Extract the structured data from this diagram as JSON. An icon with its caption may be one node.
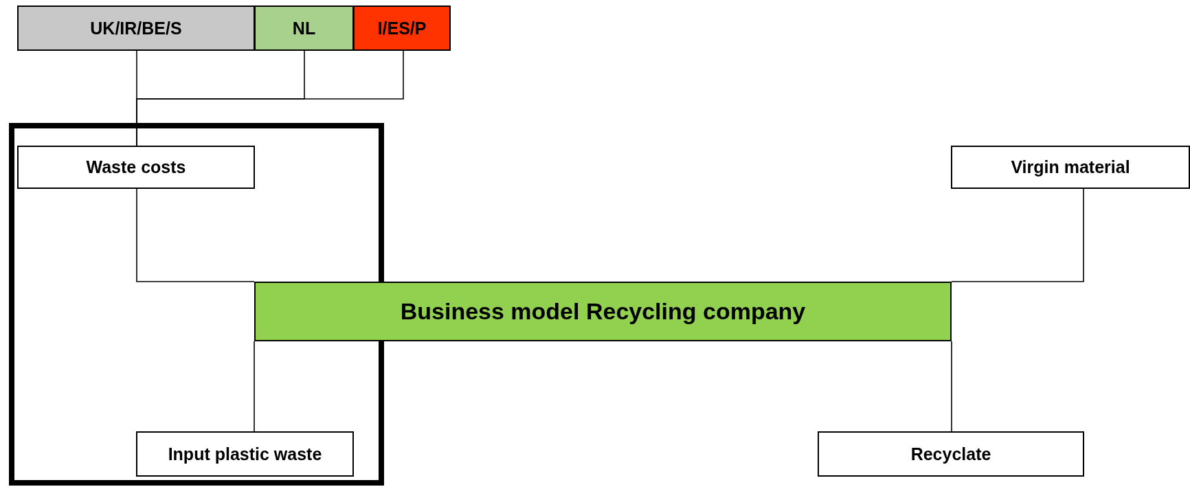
{
  "diagram": {
    "nodes": [
      {
        "text": [
          "UK/IR/BE/S"
        ]
      },
      {
        "text": [
          "NL"
        ]
      },
      {
        "text": [
          "I/ES/P"
        ]
      },
      {
        "text": [
          "Waste costs"
        ]
      },
      {
        "text": [
          "Virgin material"
        ]
      },
      {
        "text": [
          "Business model Recycling company"
        ]
      },
      {
        "text": [
          "Input plastic waste"
        ]
      },
      {
        "text": [
          "Recyclate"
        ]
      }
    ],
    "edges": [
      {
        "from": 0,
        "to": 3,
        "arrow": "none"
      },
      {
        "from": 1,
        "to": 3,
        "arrow": "none"
      },
      {
        "from": 2,
        "to": 3,
        "arrow": "none"
      },
      {
        "from": 3,
        "to": 5,
        "arrow": "none"
      },
      {
        "from": 4,
        "to": 5,
        "arrow": "none"
      },
      {
        "from": 5,
        "to": 6,
        "arrow": "none"
      },
      {
        "from": 5,
        "to": 7,
        "arrow": "none"
      }
    ]
  }
}
